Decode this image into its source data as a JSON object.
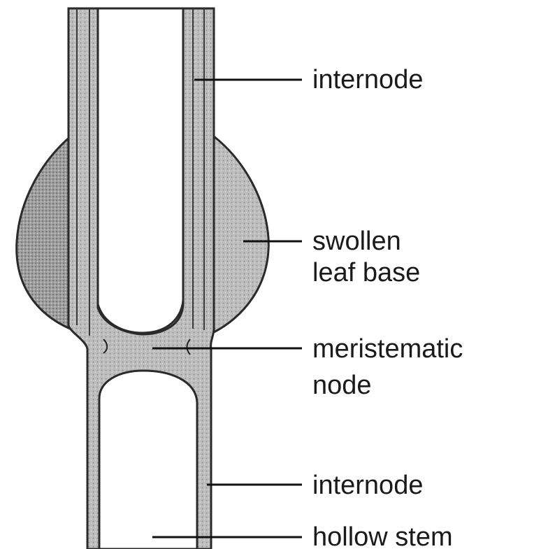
{
  "labels": {
    "internode_top": "internode",
    "swollen_leaf_base": [
      "swollen",
      "leaf base"
    ],
    "meristematic_node": [
      "meristematic",
      "node"
    ],
    "internode_bottom": "internode",
    "hollow_stem": "hollow stem"
  },
  "colors": {
    "tissue": "#c4c4c4",
    "tissue_outline": "#2a2a2a",
    "leaf_base": "#9a9a9a",
    "cavity": "#ffffff",
    "text": "#1a1a1a"
  }
}
